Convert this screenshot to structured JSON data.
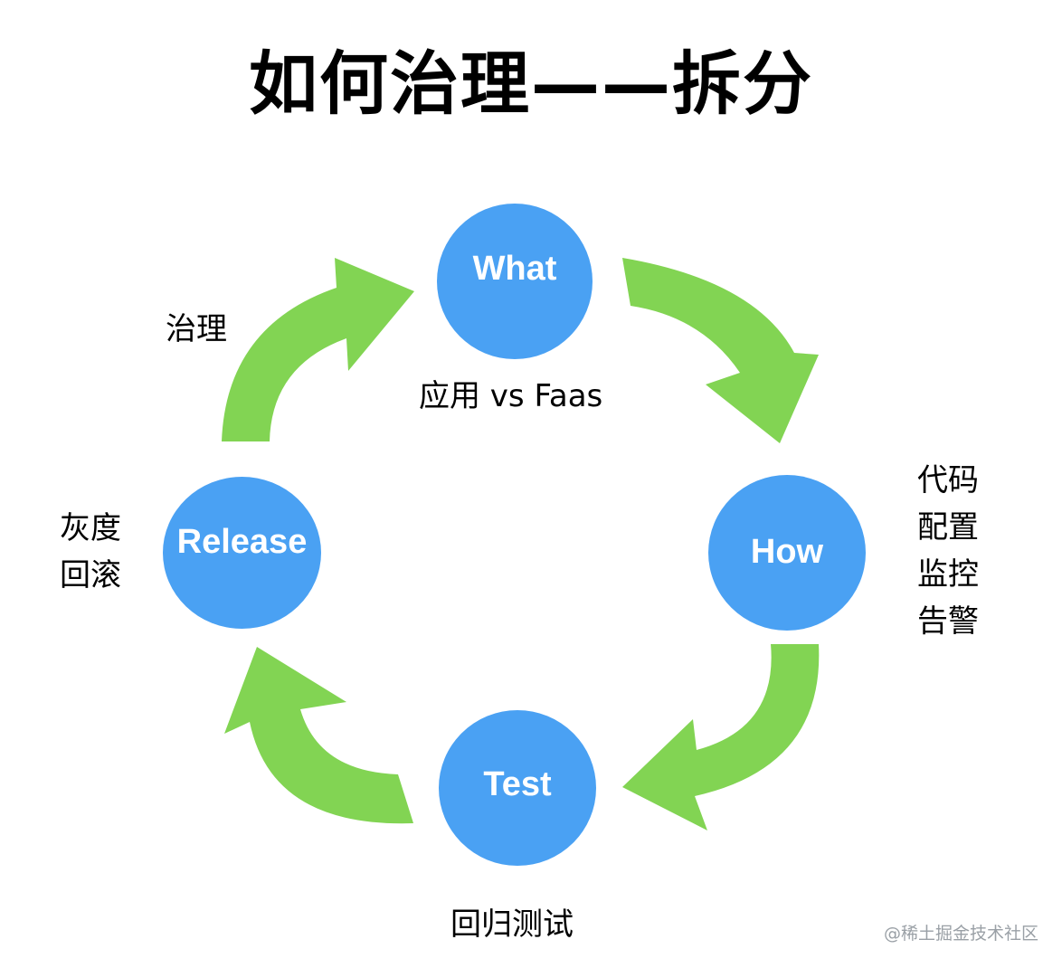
{
  "title": "如何治理——拆分",
  "colors": {
    "node_fill": "#4aa1f3",
    "arrow_fill": "#82d453",
    "text": "#000000",
    "watermark": "#9aa0a6"
  },
  "nodes": {
    "what": "What",
    "how": "How",
    "test": "Test",
    "release": "Release"
  },
  "annotations": {
    "what": "应用 vs Faas",
    "governance": "治理",
    "how": [
      "代码",
      "配置",
      "监控",
      "告警"
    ],
    "release": [
      "灰度",
      "回滚"
    ],
    "test": "回归测试"
  },
  "watermark": "@稀土掘金技术社区"
}
